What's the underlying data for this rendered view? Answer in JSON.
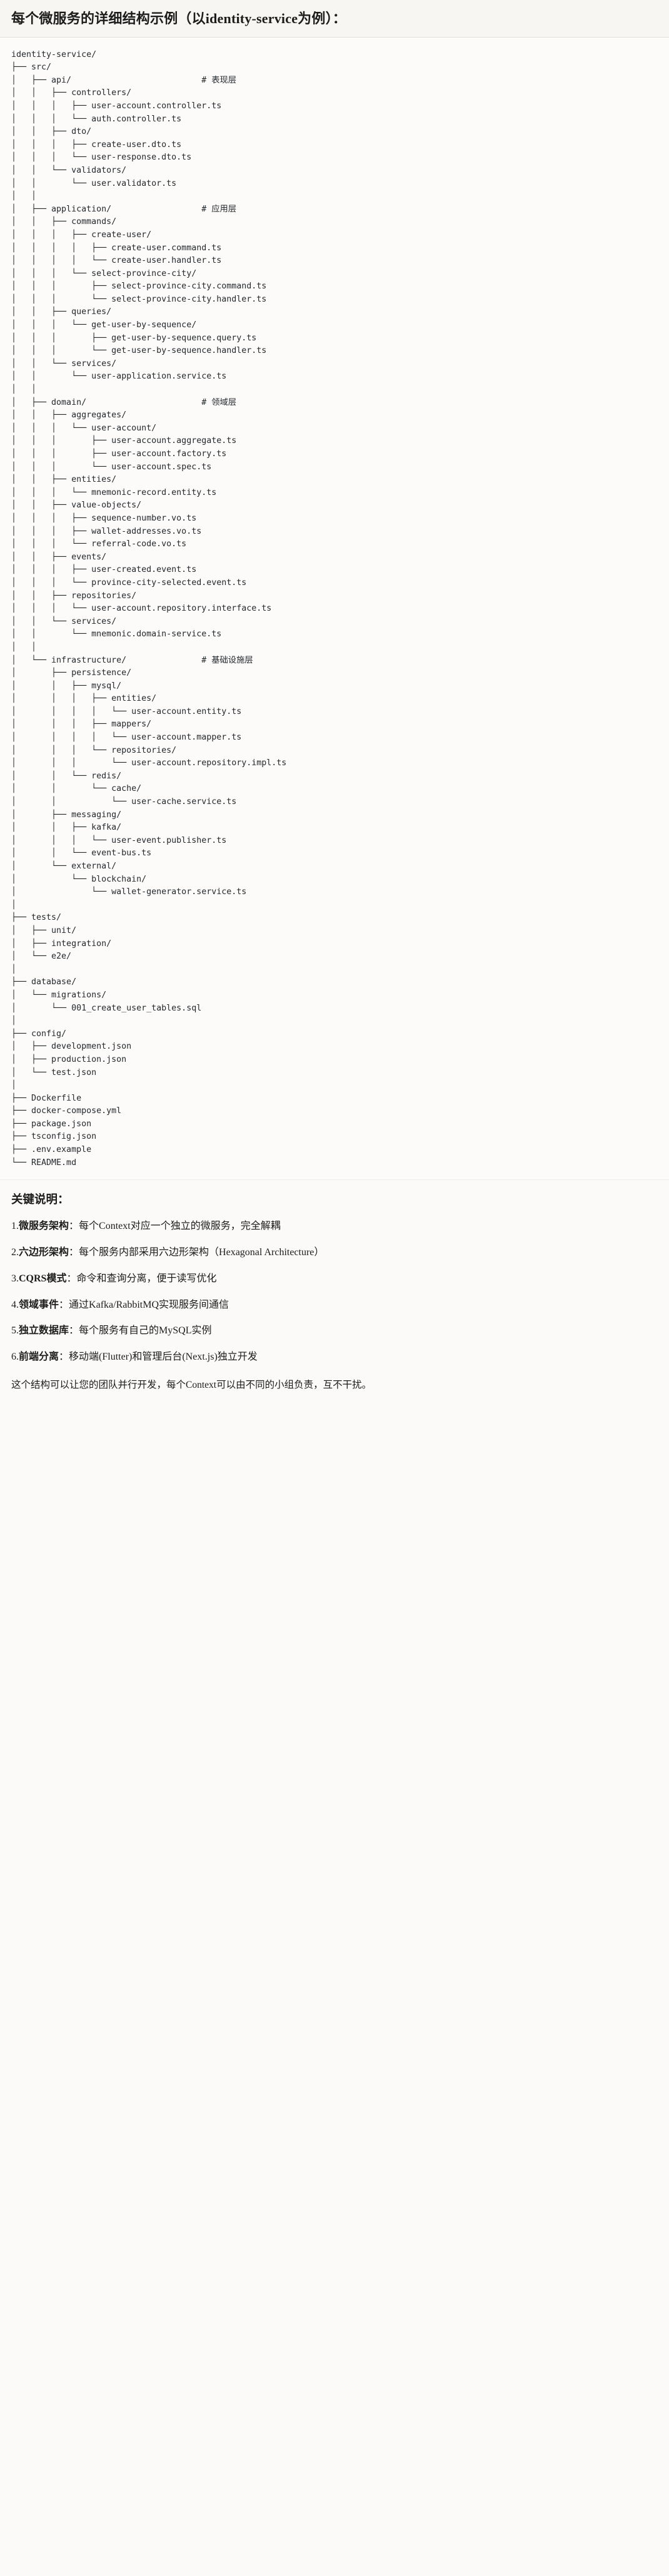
{
  "header": {
    "title": "每个微服务的详细结构示例（以identity-service为例）："
  },
  "tree": {
    "text": "identity-service/\n├── src/\n│   ├── api/                          # 表现层\n│   │   ├── controllers/\n│   │   │   ├── user-account.controller.ts\n│   │   │   └── auth.controller.ts\n│   │   ├── dto/\n│   │   │   ├── create-user.dto.ts\n│   │   │   └── user-response.dto.ts\n│   │   └── validators/\n│   │       └── user.validator.ts\n│   │\n│   ├── application/                  # 应用层\n│   │   ├── commands/\n│   │   │   ├── create-user/\n│   │   │   │   ├── create-user.command.ts\n│   │   │   │   └── create-user.handler.ts\n│   │   │   └── select-province-city/\n│   │   │       ├── select-province-city.command.ts\n│   │   │       └── select-province-city.handler.ts\n│   │   ├── queries/\n│   │   │   └── get-user-by-sequence/\n│   │   │       ├── get-user-by-sequence.query.ts\n│   │   │       └── get-user-by-sequence.handler.ts\n│   │   └── services/\n│   │       └── user-application.service.ts\n│   │\n│   ├── domain/                       # 领域层\n│   │   ├── aggregates/\n│   │   │   └── user-account/\n│   │   │       ├── user-account.aggregate.ts\n│   │   │       ├── user-account.factory.ts\n│   │   │       └── user-account.spec.ts\n│   │   ├── entities/\n│   │   │   └── mnemonic-record.entity.ts\n│   │   ├── value-objects/\n│   │   │   ├── sequence-number.vo.ts\n│   │   │   ├── wallet-addresses.vo.ts\n│   │   │   └── referral-code.vo.ts\n│   │   ├── events/\n│   │   │   ├── user-created.event.ts\n│   │   │   └── province-city-selected.event.ts\n│   │   ├── repositories/\n│   │   │   └── user-account.repository.interface.ts\n│   │   └── services/\n│   │       └── mnemonic.domain-service.ts\n│   │\n│   └── infrastructure/               # 基础设施层\n│       ├── persistence/\n│       │   ├── mysql/\n│       │   │   ├── entities/\n│       │   │   │   └── user-account.entity.ts\n│       │   │   ├── mappers/\n│       │   │   │   └── user-account.mapper.ts\n│       │   │   └── repositories/\n│       │   │       └── user-account.repository.impl.ts\n│       │   └── redis/\n│       │       └── cache/\n│       │           └── user-cache.service.ts\n│       ├── messaging/\n│       │   ├── kafka/\n│       │   │   └── user-event.publisher.ts\n│       │   └── event-bus.ts\n│       └── external/\n│           └── blockchain/\n│               └── wallet-generator.service.ts\n│\n├── tests/\n│   ├── unit/\n│   ├── integration/\n│   └── e2e/\n│\n├── database/\n│   └── migrations/\n│       └── 001_create_user_tables.sql\n│\n├── config/\n│   ├── development.json\n│   ├── production.json\n│   └── test.json\n│\n├── Dockerfile\n├── docker-compose.yml\n├── package.json\n├── tsconfig.json\n├── .env.example\n└── README.md",
    "layer_comments": [
      "# 表现层",
      "# 应用层",
      "# 领域层",
      "# 基础设施层"
    ],
    "root": "identity-service/"
  },
  "notes": {
    "heading": "关键说明：",
    "items": [
      {
        "num": "1.",
        "term": "微服务架构",
        "colon": "：",
        "desc": "每个Context对应一个独立的微服务，完全解耦"
      },
      {
        "num": "2.",
        "term": "六边形架构",
        "colon": "：",
        "desc": "每个服务内部采用六边形架构（Hexagonal Architecture）"
      },
      {
        "num": "3.",
        "term": "CQRS模式",
        "colon": "：",
        "desc": "命令和查询分离，便于读写优化"
      },
      {
        "num": "4.",
        "term": "领域事件",
        "colon": "：",
        "desc": "通过Kafka/RabbitMQ实现服务间通信"
      },
      {
        "num": "5.",
        "term": "独立数据库",
        "colon": "：",
        "desc": "每个服务有自己的MySQL实例"
      },
      {
        "num": "6.",
        "term": "前端分离",
        "colon": "：",
        "desc": "移动端(Flutter)和管理后台(Next.js)独立开发"
      }
    ],
    "footnote": "这个结构可以让您的团队并行开发，每个Context可以由不同的小组负责，互不干扰。"
  },
  "colors": {
    "page_bg": "#fbfaf8",
    "head_bg": "#f7f6f2",
    "code_bg": "#fcfbf9",
    "text": "#1c1c1c",
    "code_text": "#24292e",
    "rule": "#e3e1dc"
  }
}
